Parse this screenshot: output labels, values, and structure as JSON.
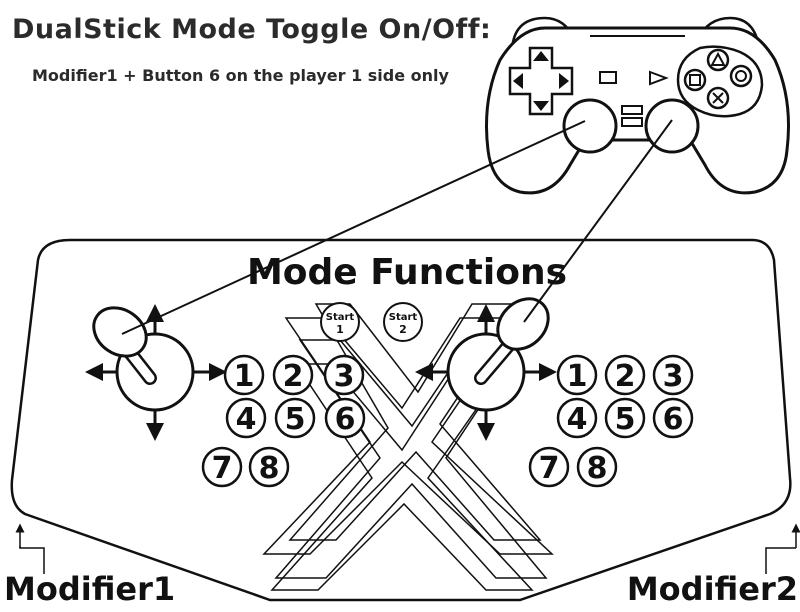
{
  "header": {
    "title": "DualStick Mode Toggle On/Off:",
    "subtitle": "Modifier1 + Button 6 on the player 1 side only"
  },
  "panel": {
    "title": "Mode Functions",
    "start1": {
      "word": "Start",
      "num": "1"
    },
    "start2": {
      "word": "Start",
      "num": "2"
    }
  },
  "player1": {
    "buttons": [
      "1",
      "2",
      "3",
      "4",
      "5",
      "6",
      "7",
      "8"
    ]
  },
  "player2": {
    "buttons": [
      "1",
      "2",
      "3",
      "4",
      "5",
      "6",
      "7",
      "8"
    ]
  },
  "modifiers": {
    "left": "Modifier1",
    "right": "Modifier2"
  }
}
